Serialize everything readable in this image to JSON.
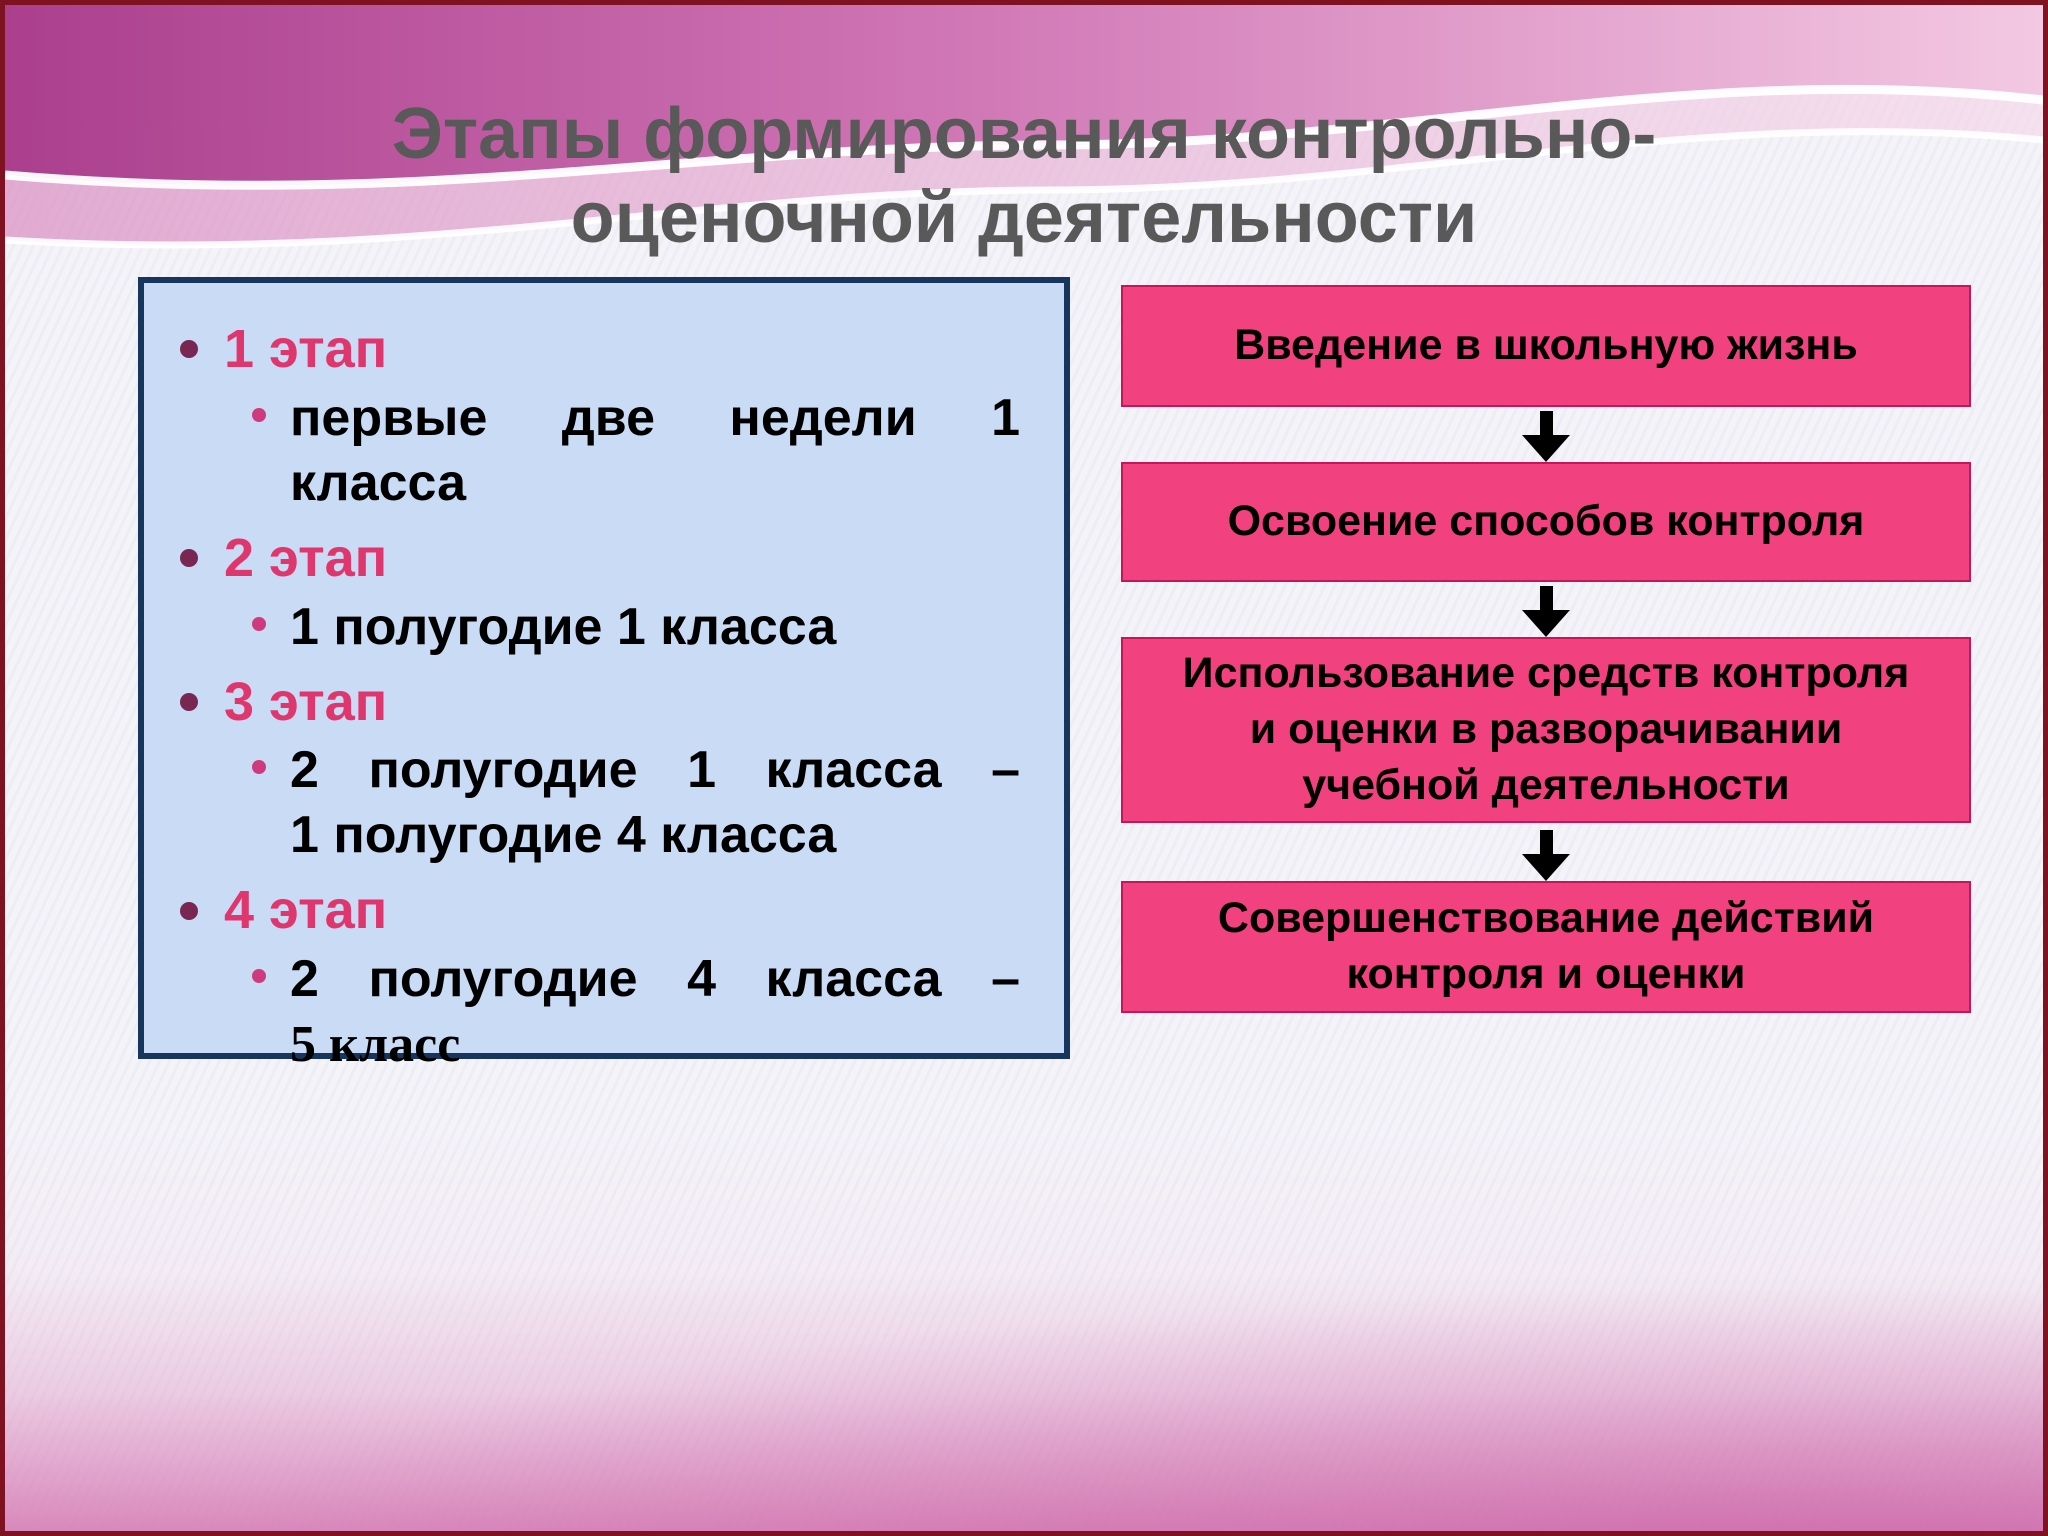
{
  "title": {
    "line1": "Этапы формирования контрольно-",
    "line2": "оценочной деятельности"
  },
  "stages": [
    {
      "label": "1 этап",
      "detail": "первые две недели 1 класса",
      "detail_lines": [
        "первые две недели 1",
        "класса"
      ]
    },
    {
      "label": "2 этап",
      "detail": "1 полугодие 1 класса",
      "detail_lines": [
        "1 полугодие 1 класса"
      ]
    },
    {
      "label": "3 этап",
      "detail": "2 полугодие 1 класса – 1 полугодие 4 класса",
      "detail_lines": [
        "2 полугодие 1 класса –",
        "1 полугодие 4 класса"
      ]
    },
    {
      "label": "4 этап",
      "detail": "2 полугодие 4 класса – 5 класс",
      "detail_lines": [
        "2 полугодие 4 класса –",
        "5 класс"
      ]
    }
  ],
  "flow_steps": [
    {
      "lines": [
        "Введение в школьную жизнь"
      ]
    },
    {
      "lines": [
        "Освоение способов контроля"
      ]
    },
    {
      "lines": [
        "Использование средств контроля",
        "и оценки в разворачивании",
        "учебной деятельности"
      ]
    },
    {
      "lines": [
        "Совершенствование действий",
        "контроля и оценки"
      ]
    }
  ],
  "colors": {
    "slide_bg": "#f4f3f8",
    "slide_border": "#7e1220",
    "title_gray": "#595959",
    "panel_bg": "#c9dbf5",
    "panel_border": "#17365d",
    "stage_label": "#e0366e",
    "bullet_l1": "#7a2653",
    "bullet_l2": "#cf3a7e",
    "flow_box": "#f2417f",
    "flow_box_border": "#c2185b",
    "flow_text": "#000000",
    "arrow": "#000000"
  }
}
